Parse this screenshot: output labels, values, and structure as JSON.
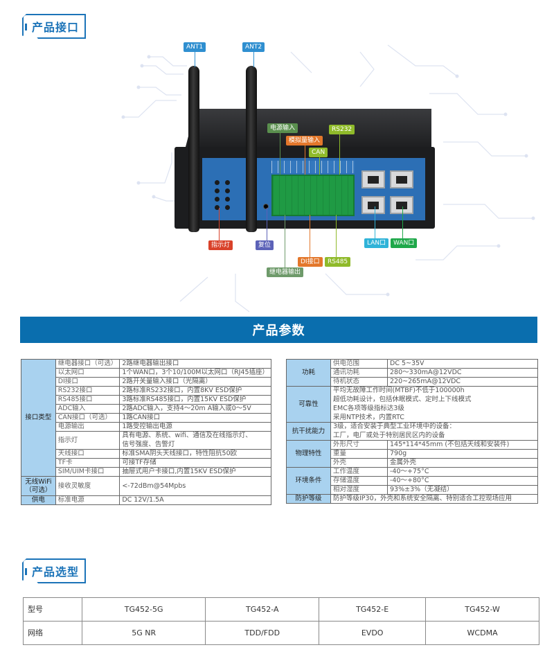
{
  "sections": {
    "interfaces_title": "产品接口",
    "params_title": "产品参数",
    "models_title": "产品选型"
  },
  "hero": {
    "labels": {
      "ant1": "ANT1",
      "ant2": "ANT2",
      "power_in": "电源输入",
      "analog_in": "模拟量输入",
      "can": "CAN",
      "rs232": "RS232",
      "indicator": "指示灯",
      "reset": "复位",
      "relay_out": "继电器输出",
      "di": "DI接口",
      "rs485": "RS485",
      "lan": "LAN口",
      "wan": "WAN口"
    },
    "colors": {
      "ant": "#2f8fd0",
      "power_in": "#5a8f4e",
      "analog_in": "#e3772b",
      "can": "#8fba2a",
      "rs232": "#8fba2a",
      "indicator": "#d9422a",
      "reset": "#5c62b8",
      "relay_out": "#6e9a6a",
      "di": "#e3772b",
      "rs485": "#8fba2a",
      "lan": "#2fb3d8",
      "wan": "#1fa84a"
    }
  },
  "params_left": {
    "group_interfaces": "接口类型",
    "group_wifi": "无线WiFi（可选）",
    "group_power": "供电",
    "rows": [
      {
        "name": "继电器接口（可选）",
        "value": "2路继电器输出接口"
      },
      {
        "name": "以太网口",
        "value": "1个WAN口，3个10/100M以太网口（RJ45插座）"
      },
      {
        "name": "DI接口",
        "value": "2路开关量输入接口（光隔离）"
      },
      {
        "name": "RS232接口",
        "value": "2路标准RS232接口，内置8KV ESD保护"
      },
      {
        "name": "RS485接口",
        "value": "3路标准RS485接口，内置15KV ESD保护"
      },
      {
        "name": "ADC输入",
        "value": "2路ADC输入，支持4～20m A输入或0～5V"
      },
      {
        "name": "CAN接口（可选）",
        "value": "1路CAN接口"
      },
      {
        "name": "电源输出",
        "value": "1路受控输出电源"
      },
      {
        "name": "指示灯",
        "value": "具有电源、系统、wifi、通信及在线指示灯、",
        "value2": "信号强度、告警灯"
      },
      {
        "name": "天线接口",
        "value": "标准SMA阴头天线接口，特性阻抗50欧"
      },
      {
        "name": "TF卡",
        "value": "可接TF存储"
      },
      {
        "name": "SIM/UIM卡接口",
        "value": "抽屉式用户卡接口,内置15KV ESD保护"
      }
    ],
    "wifi_row": {
      "name": "接收灵敏度",
      "value": "<-72dBm@54Mpbs"
    },
    "power_row": {
      "name": "标准电源",
      "value": "DC 12V/1.5A"
    }
  },
  "params_right": {
    "power_consumption": {
      "group": "功耗",
      "rows": [
        {
          "name": "供电范围",
          "value": "DC 5~35V"
        },
        {
          "name": "通讯功耗",
          "value": "280～330mA@12VDC"
        },
        {
          "name": "待机状态",
          "value": "220~265mA@12VDC"
        }
      ]
    },
    "reliability": {
      "group": "可靠性",
      "lines": [
        "平均无故障工作时间(MTBF)不低于100000h",
        "超低功耗设计，包括休眠模式、定时上下线模式",
        "EMC各项等级指标达3级",
        "采用NTP技术，内置RTC"
      ]
    },
    "anti_interference": {
      "group": "抗干扰能力",
      "lines": [
        "3级，适合安装于典型工业环境中的设备：",
        "工厂，电厂或处于特别居民区内的设备"
      ]
    },
    "physical": {
      "group": "物理特性",
      "rows": [
        {
          "name": "外形尺寸",
          "value": "145*114*45mm (不包括天线和安装件)"
        },
        {
          "name": "重量",
          "value": "790g"
        },
        {
          "name": "外壳",
          "value": "金属外壳"
        }
      ]
    },
    "environment": {
      "group": "环境条件",
      "rows": [
        {
          "name": "工作温度",
          "value": "-40～+75°C"
        },
        {
          "name": "存储温度",
          "value": "-40～+80°C"
        },
        {
          "name": "相对湿度",
          "value": "93%±3%（无凝结）"
        }
      ]
    },
    "protection": {
      "group": "防护等级",
      "value": "防护等级IP30，外壳和系统安全隔离、特别适合工控现场应用"
    }
  },
  "models": {
    "row_labels": [
      "型号",
      "网络"
    ],
    "columns": [
      {
        "model": "TG452-5G",
        "network": "5G NR"
      },
      {
        "model": "TG452-A",
        "network": "TDD/FDD"
      },
      {
        "model": "TG452-E",
        "network": "EVDO"
      },
      {
        "model": "TG452-W",
        "network": "WCDMA"
      }
    ]
  },
  "colors": {
    "brand_blue": "#1b73b8",
    "banner_blue": "#0a6eae",
    "header_cell": "#a9d2ef"
  }
}
